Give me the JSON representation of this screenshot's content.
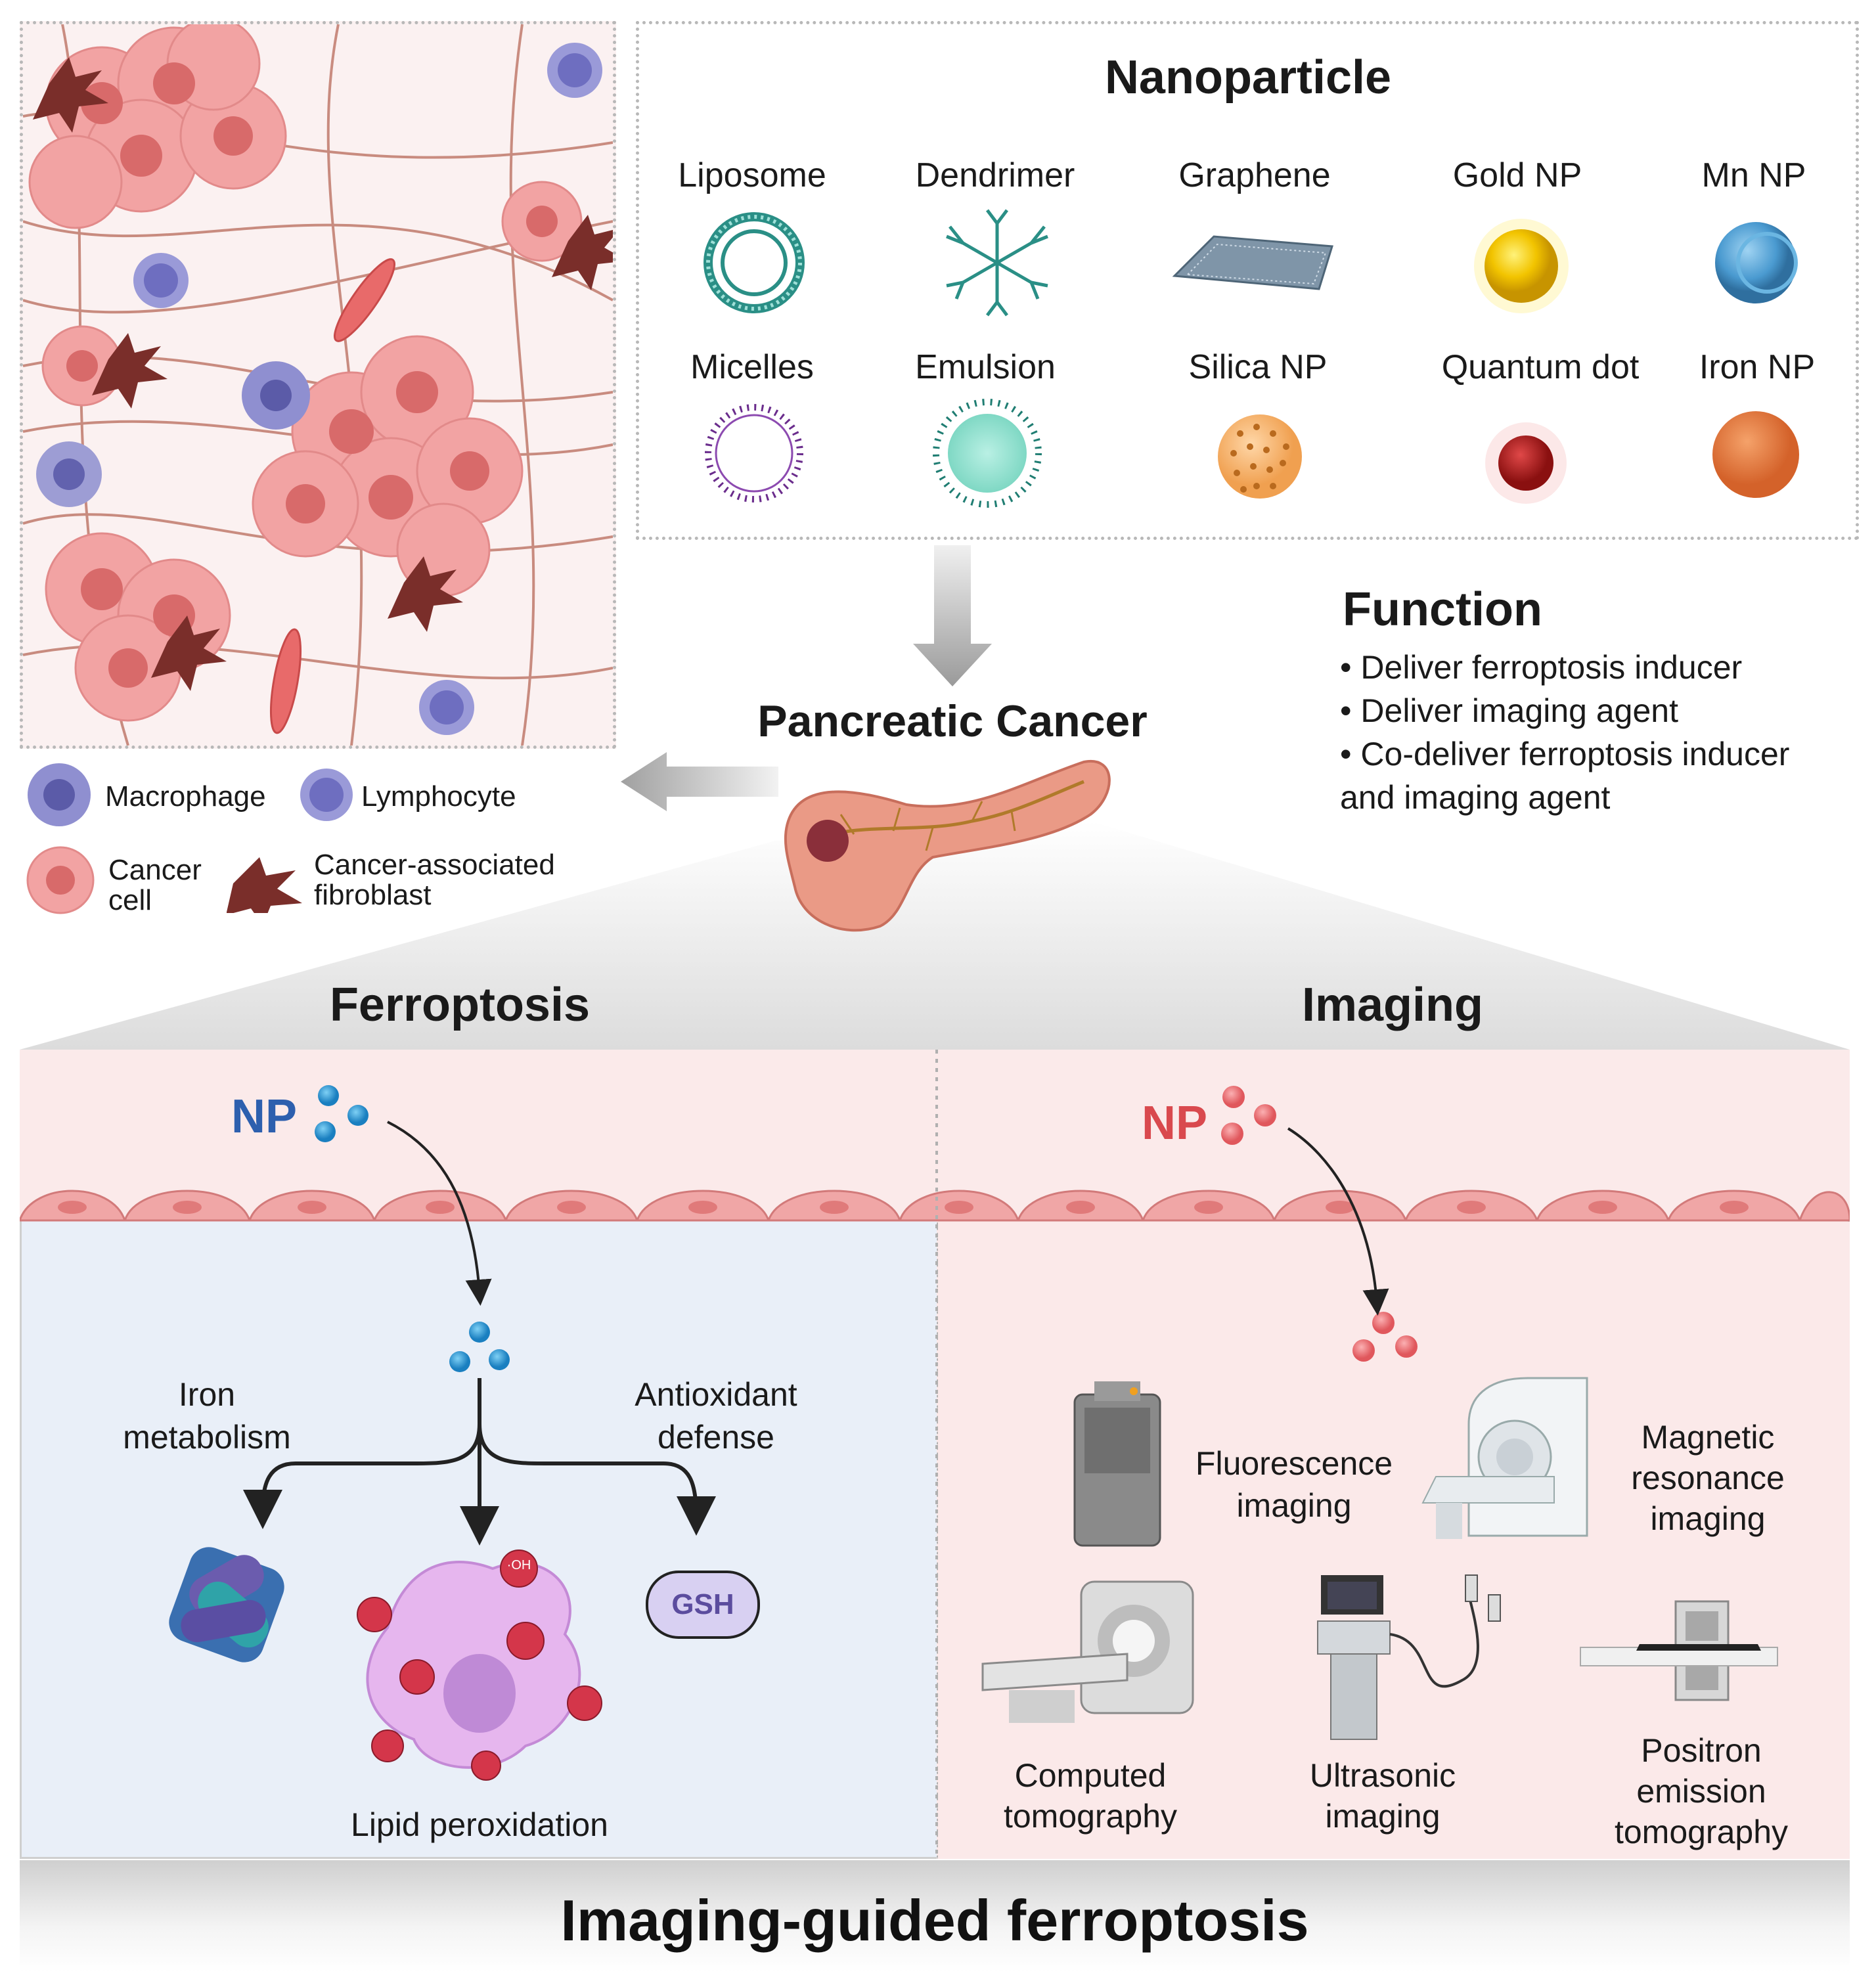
{
  "nanoparticle": {
    "title": "Nanoparticle",
    "items": [
      "Liposome",
      "Dendrimer",
      "Graphene",
      "Gold NP",
      "Mn NP",
      "Micelles",
      "Emulsion",
      "Silica NP",
      "Quantum dot",
      "Iron NP"
    ]
  },
  "function": {
    "title": "Function",
    "bullets": [
      "• Deliver ferroptosis inducer",
      "• Deliver imaging agent",
      "• Co-deliver  ferroptosis inducer",
      "and  imaging agent"
    ]
  },
  "center": {
    "title": "Pancreatic Cancer"
  },
  "legend": {
    "macrophage": "Macrophage",
    "lymphocyte": "Lymphocyte",
    "cancer_cell": [
      "Cancer",
      "cell"
    ],
    "caf": [
      "Cancer-associated",
      "fibroblast"
    ]
  },
  "ferroptosis": {
    "title": "Ferroptosis",
    "np": "NP",
    "iron": [
      "Iron",
      "metabolism"
    ],
    "antioxidant": [
      "Antioxidant",
      "defense"
    ],
    "gsh": "GSH",
    "oh": "·OH",
    "lipid": "Lipid peroxidation"
  },
  "imaging": {
    "title": "Imaging",
    "np": "NP",
    "fluorescence": [
      "Fluorescence",
      "imaging"
    ],
    "mri": [
      "Magnetic",
      "resonance",
      "imaging"
    ],
    "ct": [
      "Computed",
      "tomography"
    ],
    "us": [
      "Ultrasonic",
      "imaging"
    ],
    "pet": [
      "Positron",
      "emission",
      "tomography"
    ]
  },
  "footer": {
    "title": "Imaging-guided ferroptosis"
  },
  "colors": {
    "np_blue": "#2d7fc1",
    "np_red": "#e46a6e",
    "ferro_bg": "#e9eff8",
    "imaging_bg": "#fbe9e9"
  }
}
